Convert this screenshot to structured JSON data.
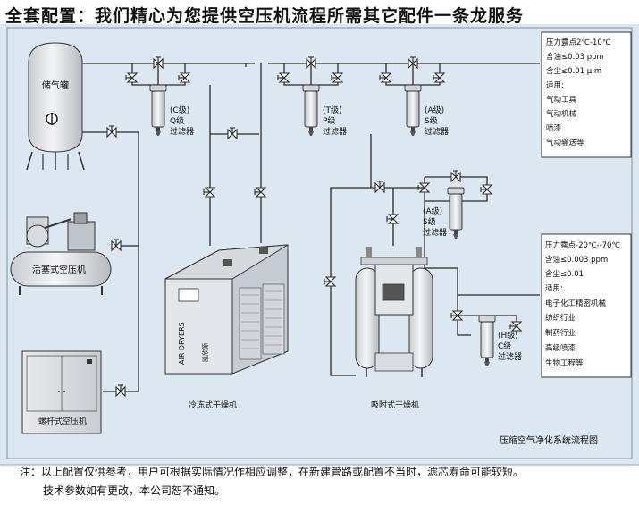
{
  "title": "全套配置：我们精心为您提供空压机流程所需其它配件一条龙服务",
  "diagram_caption": "压缩空气净化系统流程图",
  "equipment": {
    "storage_tank": "储气罐",
    "piston_compressor": "活塞式空压机",
    "screw_compressor": "螺杆式空压机",
    "refrigerated_dryer": "冷冻式干燥机",
    "refrigerated_dryer_brand": "AIR DRYERS",
    "refrigerated_dryer_logo": "凯欣源",
    "adsorption_dryer": "吸附式干燥机"
  },
  "filters": {
    "c_top": {
      "grade": "(C级)",
      "name": "Q级",
      "type": "过滤器"
    },
    "t": {
      "grade": "(T级)",
      "name": "P级",
      "type": "过滤器"
    },
    "a_top": {
      "grade": "(A级)",
      "name": "S级",
      "type": "过滤器"
    },
    "a_mid": {
      "grade": "(A级)",
      "name": "S级",
      "type": "过滤器"
    },
    "h": {
      "grade": "(H级)",
      "name": "C级",
      "type": "过滤器"
    }
  },
  "spec_top": {
    "lines": [
      "压力露点2℃-10℃",
      "含油≤0.03 ppm",
      "含尘≤0.01 μ m",
      "适用:",
      "气动工具",
      "气动机械",
      "喷漆",
      "气动输送等"
    ]
  },
  "spec_bottom": {
    "lines": [
      "压力露点-20℃--70℃",
      "含油≤0.003 ppm",
      "含尘≤0.01",
      "适用:",
      "电子化工精密机械",
      "纺织行业",
      "制药行业",
      "高级喷漆",
      "生物工程等"
    ]
  },
  "note": {
    "line1": "注：以上配置仅供参考，用户可根据实际情况作相应调整，在新建管路或配置不当时，滤芯寿命可能较短。",
    "line2": "技术参数如有更改，本公司恕不通知。"
  },
  "colors": {
    "background": "#dce7f1",
    "pipe": "#2b2b2b",
    "equipment_fill": "#e9ebee",
    "spec_box": "#ffffff"
  }
}
